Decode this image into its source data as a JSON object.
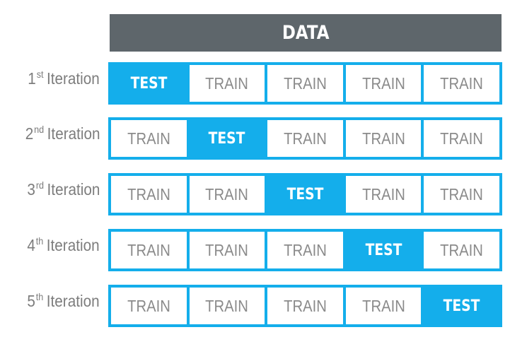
{
  "header": {
    "title": "DATA"
  },
  "colors": {
    "accent": "#14aeeb",
    "header_bg": "#5e666b",
    "label": "#7d7d7d",
    "train_text": "#8a8a8a"
  },
  "iterations": [
    {
      "num": "1",
      "suffix": "st",
      "word": "Iteration",
      "folds": [
        "TEST",
        "TRAIN",
        "TRAIN",
        "TRAIN",
        "TRAIN"
      ]
    },
    {
      "num": "2",
      "suffix": "nd",
      "word": "Iteration",
      "folds": [
        "TRAIN",
        "TEST",
        "TRAIN",
        "TRAIN",
        "TRAIN"
      ]
    },
    {
      "num": "3",
      "suffix": "rd",
      "word": "Iteration",
      "folds": [
        "TRAIN",
        "TRAIN",
        "TEST",
        "TRAIN",
        "TRAIN"
      ]
    },
    {
      "num": "4",
      "suffix": "th",
      "word": "Iteration",
      "folds": [
        "TRAIN",
        "TRAIN",
        "TRAIN",
        "TEST",
        "TRAIN"
      ]
    },
    {
      "num": "5",
      "suffix": "th",
      "word": "Iteration",
      "folds": [
        "TRAIN",
        "TRAIN",
        "TRAIN",
        "TRAIN",
        "TEST"
      ]
    }
  ]
}
